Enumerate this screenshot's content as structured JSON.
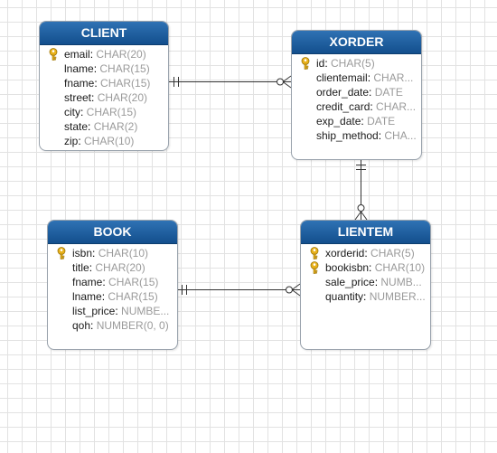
{
  "entities": {
    "client": {
      "name": "CLIENT",
      "attributes": [
        {
          "name": "email",
          "type": "CHAR(20)",
          "key": true
        },
        {
          "name": "lname",
          "type": "CHAR(15)",
          "key": false
        },
        {
          "name": "fname",
          "type": "CHAR(15)",
          "key": false
        },
        {
          "name": "street",
          "type": "CHAR(20)",
          "key": false
        },
        {
          "name": "city",
          "type": "CHAR(15)",
          "key": false
        },
        {
          "name": "state",
          "type": "CHAR(2)",
          "key": false
        },
        {
          "name": "zip",
          "type": "CHAR(10)",
          "key": false
        }
      ]
    },
    "xorder": {
      "name": "XORDER",
      "attributes": [
        {
          "name": "id",
          "type": "CHAR(5)",
          "key": true
        },
        {
          "name": "clientemail",
          "type": "CHAR...",
          "key": false
        },
        {
          "name": "order_date",
          "type": "DATE",
          "key": false
        },
        {
          "name": "credit_card",
          "type": "CHAR...",
          "key": false
        },
        {
          "name": "exp_date",
          "type": "DATE",
          "key": false
        },
        {
          "name": "ship_method",
          "type": "CHA...",
          "key": false
        }
      ]
    },
    "book": {
      "name": "BOOK",
      "attributes": [
        {
          "name": "isbn",
          "type": "CHAR(10)",
          "key": true
        },
        {
          "name": "title",
          "type": "CHAR(20)",
          "key": false
        },
        {
          "name": "fname",
          "type": "CHAR(15)",
          "key": false
        },
        {
          "name": "lname",
          "type": "CHAR(15)",
          "key": false
        },
        {
          "name": "list_price",
          "type": "NUMBE...",
          "key": false
        },
        {
          "name": "qoh",
          "type": "NUMBER(0, 0)",
          "key": false
        }
      ]
    },
    "lientem": {
      "name": "LIENTEM",
      "attributes": [
        {
          "name": "xorderid",
          "type": "CHAR(5)",
          "key": true
        },
        {
          "name": "bookisbn",
          "type": "CHAR(10)",
          "key": true
        },
        {
          "name": "sale_price",
          "type": "NUMB...",
          "key": false
        },
        {
          "name": "quantity",
          "type": "NUMBER...",
          "key": false
        }
      ]
    }
  },
  "relationships": [
    {
      "from": "client",
      "to": "xorder",
      "from_cardinality": "one-and-only-one",
      "to_cardinality": "zero-or-many"
    },
    {
      "from": "xorder",
      "to": "lientem",
      "from_cardinality": "one-and-only-one",
      "to_cardinality": "zero-or-many"
    },
    {
      "from": "book",
      "to": "lientem",
      "from_cardinality": "one-and-only-one",
      "to_cardinality": "zero-or-many"
    }
  ],
  "colors": {
    "header_top": "#2f72b4",
    "header_bottom": "#134f8d",
    "attr_type": "#9a9a9a",
    "key_icon": "#e9b21c",
    "connector": "#333333"
  },
  "icons": {
    "primary_key": "key-icon"
  }
}
